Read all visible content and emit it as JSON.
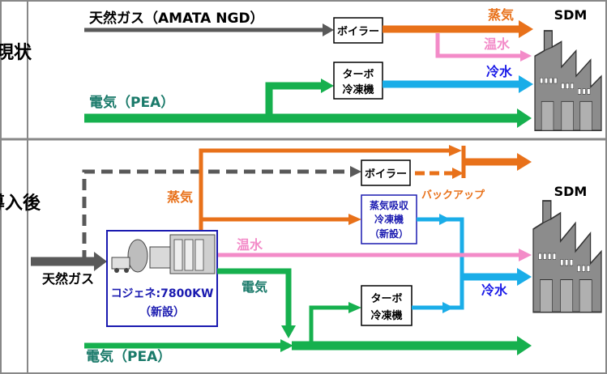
{
  "sections": {
    "current_label": "現状",
    "after_label": "導入後"
  },
  "current": {
    "gas_label": "天然ガス（AMATA NGD）",
    "power_label": "電気（PEA）",
    "boiler": "ボイラー",
    "turbo_line1": "ターボ",
    "turbo_line2": "冷凍機",
    "steam": "蒸気",
    "hot_water": "温水",
    "chilled_water": "冷水",
    "factory": "SDM"
  },
  "after": {
    "gas_label": "天然ガス",
    "power_label": "電気（PEA）",
    "boiler": "ボイラー",
    "backup": "バックアップ",
    "steam": "蒸気",
    "hot_water": "温水",
    "electricity": "電気",
    "chilled_water": "冷水",
    "absorption_line1": "蒸気吸収",
    "absorption_line2": "冷凍機",
    "absorption_line3": "（新設）",
    "cogen_line1": "コジェネ:7800KW",
    "cogen_line2": "（新設）",
    "turbo_line1": "ターボ",
    "turbo_line2": "冷凍機",
    "factory": "SDM"
  },
  "colors": {
    "gas": "#595959",
    "steam": "#E8711A",
    "hot_water": "#F38BC8",
    "chilled_water": "#1AADE8",
    "power": "#16B04E",
    "section_border": "#888888",
    "cogen_border": "#1A1AB0",
    "text_steam": "#E8711A",
    "text_hot": "#F38BC8",
    "text_chilled": "#1A1AE8",
    "text_power": "#1A7A6A"
  }
}
